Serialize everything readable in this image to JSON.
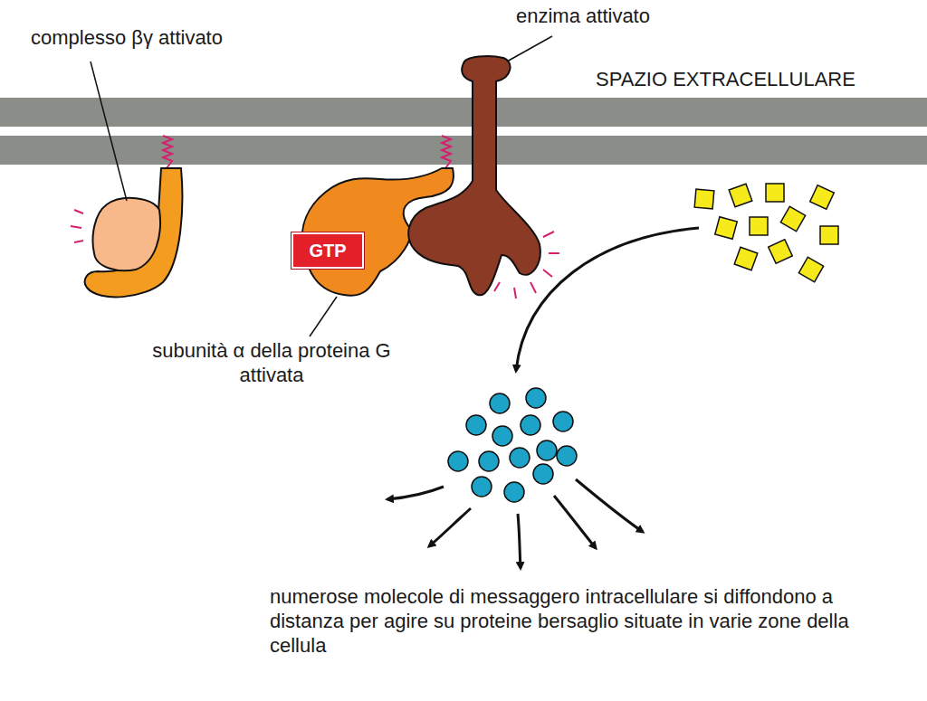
{
  "diagram": {
    "nodes": [
      {
        "text": [
          "GTP"
        ]
      }
    ],
    "labels": [
      "complesso βγ attivato",
      "enzima attivato",
      "SPAZIO EXTRACELLULARE",
      "subunità α della proteina G attivata",
      "numerose molecole di messaggero intracellulare si diffondono a distanza per agire su proteine bersaglio situate in varie zone della cellula"
    ]
  }
}
